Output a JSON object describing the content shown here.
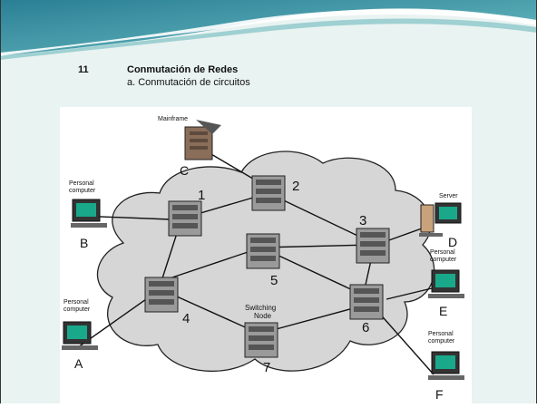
{
  "slide": {
    "number": "11",
    "title": "Conmutación de Redes",
    "subtitle": "a. Conmutación de circuitos"
  },
  "diagram": {
    "mainframe_label": "Mainframe",
    "pc_label_line1": "Personal",
    "pc_label_line2": "computer",
    "server_label": "Server",
    "switching_node_line1": "Switching",
    "switching_node_line2": "Node",
    "stations": {
      "A": "A",
      "B": "B",
      "C": "C",
      "D": "D",
      "E": "E",
      "F": "F"
    },
    "nodes": {
      "n1": "1",
      "n2": "2",
      "n3": "3",
      "n4": "4",
      "n5": "5",
      "n6": "6",
      "n7": "7"
    }
  },
  "colors": {
    "background": "#e9f3f1",
    "banner_teal": "#4fa6b2",
    "cloud_fill": "#d6d6d6",
    "node_fill": "#9a9a9a",
    "monitor_screen": "#1aa88a",
    "mainframe": "#8a6e5a"
  }
}
